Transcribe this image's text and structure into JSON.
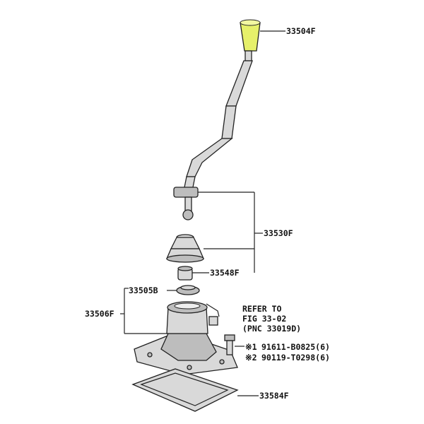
{
  "colors": {
    "highlight": "#e6f06a",
    "ink": "#222222",
    "part_fill": "#d9d9d9"
  },
  "labels": {
    "knob": "33504F",
    "lever_assy": "33530F",
    "bushing": "33548F",
    "seat": "33505B",
    "retainer": "33506F",
    "gasket": "33584F",
    "refer_line1": "REFER TO",
    "refer_line2": "FIG 33-02",
    "refer_line3": "(PNC 33019D)",
    "bolt1_mark": "※1",
    "bolt1_part": "91611-B0825(6)",
    "bolt2_mark": "※2",
    "bolt2_part": "90119-T0298(6)"
  }
}
